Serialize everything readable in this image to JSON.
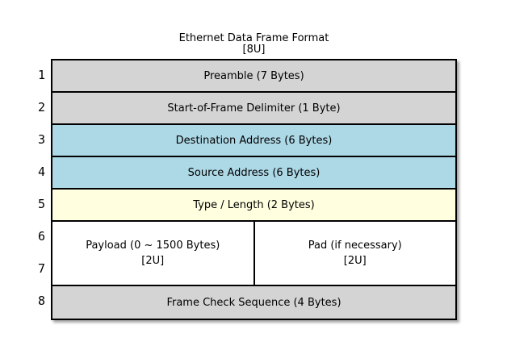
{
  "title": {
    "line1": "Ethernet Data Frame Format",
    "line2": "[8U]"
  },
  "colors": {
    "field_gray": "#d4d4d4",
    "field_blue": "#add8e6",
    "field_yellow": "#ffffe0",
    "field_white": "#ffffff",
    "border": "#000000",
    "page_background": "#ffffff"
  },
  "row_numbers": [
    "1",
    "2",
    "3",
    "4",
    "5",
    "6",
    "7",
    "8"
  ],
  "rows": [
    {
      "label": "Preamble (7 Bytes)",
      "color": "#d4d4d4"
    },
    {
      "label": "Start-of-Frame Delimiter (1 Byte)",
      "color": "#d4d4d4"
    },
    {
      "label": "Destination Address (6 Bytes)",
      "color": "#add8e6"
    },
    {
      "label": "Source Address (6 Bytes)",
      "color": "#add8e6"
    },
    {
      "label": "Type / Length (2 Bytes)",
      "color": "#ffffe0"
    },
    {
      "color": "#ffffff",
      "cells": [
        {
          "line1": "Payload (0 ~ 1500 Bytes)",
          "line2": "[2U]"
        },
        {
          "line1": "Pad (if necessary)",
          "line2": "[2U]"
        }
      ]
    },
    {
      "label": "Frame Check Sequence (4 Bytes)",
      "color": "#d4d4d4"
    }
  ]
}
